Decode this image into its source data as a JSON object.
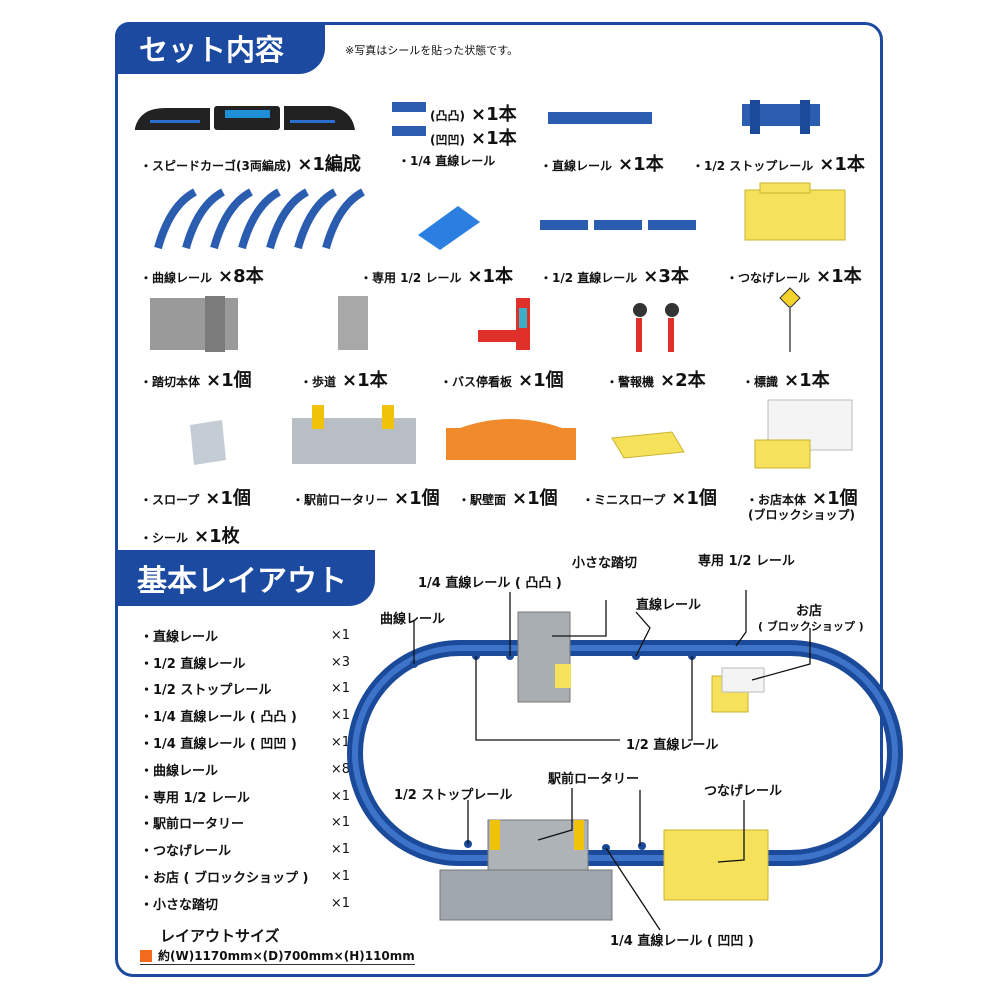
{
  "header": {
    "set_title": "セット内容",
    "note": "※写真はシールを貼った状態です。",
    "layout_title": "基本レイアウト"
  },
  "items": [
    {
      "label": "・スピードカーゴ(3両編成)",
      "count": "×1編成"
    },
    {
      "label": "・1/4 直線レール",
      "count": ""
    },
    {
      "label": "(凸凸)",
      "count": "×1本"
    },
    {
      "label": "(凹凹)",
      "count": "×1本"
    },
    {
      "label": "・直線レール",
      "count": "×1本"
    },
    {
      "label": "・1/2 ストップレール",
      "count": "×1本"
    },
    {
      "label": "・曲線レール",
      "count": "×8本"
    },
    {
      "label": "・専用 1/2 レール",
      "count": "×1本"
    },
    {
      "label": "・1/2 直線レール",
      "count": "×3本"
    },
    {
      "label": "・つなげレール",
      "count": "×1本"
    },
    {
      "label": "・踏切本体",
      "count": "×1個"
    },
    {
      "label": "・歩道",
      "count": "×1本"
    },
    {
      "label": "・バス停看板",
      "count": "×1個"
    },
    {
      "label": "・警報機",
      "count": "×2本"
    },
    {
      "label": "・標識",
      "count": "×1本"
    },
    {
      "label": "・スロープ",
      "count": "×1個"
    },
    {
      "label": "・駅前ロータリー",
      "count": "×1個"
    },
    {
      "label": "・駅壁面",
      "count": "×1個"
    },
    {
      "label": "・ミニスロープ",
      "count": "×1個"
    },
    {
      "label": "・お店本体",
      "count": "×1個"
    },
    {
      "label": "(ブロックショップ)",
      "count": ""
    },
    {
      "label": "・シール",
      "count": "×1枚"
    }
  ],
  "layout_list": [
    {
      "name": "・直線レール",
      "qty": "×1"
    },
    {
      "name": "・1/2 直線レール",
      "qty": "×3"
    },
    {
      "name": "・1/2 ストップレール",
      "qty": "×1"
    },
    {
      "name": "・1/4 直線レール ( 凸凸 )",
      "qty": "×1"
    },
    {
      "name": "・1/4 直線レール ( 凹凹 )",
      "qty": "×1"
    },
    {
      "name": "・曲線レール",
      "qty": "×8"
    },
    {
      "name": "・専用 1/2 レール",
      "qty": "×1"
    },
    {
      "name": "・駅前ロータリー",
      "qty": "×1"
    },
    {
      "name": "・つなげレール",
      "qty": "×1"
    },
    {
      "name": "・お店 ( ブロックショップ )",
      "qty": "×1"
    },
    {
      "name": "・小さな踏切",
      "qty": "×1"
    }
  ],
  "size": {
    "heading": "レイアウトサイズ",
    "value": "約(W)1170mm×(D)700mm×(H)110mm"
  },
  "diagram_labels": {
    "quarter_convex": "1/4 直線レール ( 凸凸 )",
    "small_crossing": "小さな踏切",
    "special_half": "専用 1/2 レール",
    "curve": "曲線レール",
    "straight": "直線レール",
    "shop": "お店",
    "shop_sub": "( ブロックショップ )",
    "half_straight": "1/2 直線レール",
    "stop": "1/2 ストップレール",
    "rotary": "駅前ロータリー",
    "tsunage": "つなげレール",
    "quarter_concave": "1/4 直線レール ( 凹凹 )"
  },
  "colors": {
    "brand_blue": "#1c4aa0",
    "rail_blue": "#2a5db0",
    "yellow": "#f5e15a",
    "orange": "#f26b1d"
  }
}
